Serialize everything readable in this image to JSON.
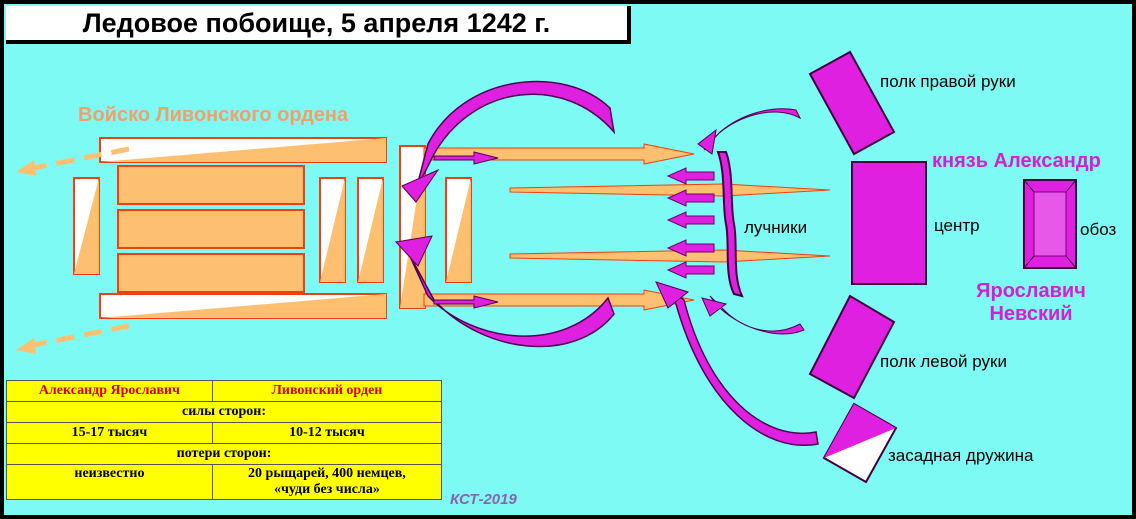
{
  "title": "Ледовое побоище, 5 апреля 1242 г.",
  "labels": {
    "order_army": "Войско Ливонского ордена",
    "right_regiment": "полк правой руки",
    "center": "центр",
    "archers": "лучники",
    "left_regiment": "полк левой руки",
    "ambush": "засадная дружина",
    "convoy": "обоз",
    "prince": "князь Александр",
    "yaroslavich_line1": "Ярославич",
    "yaroslavich_line2": "Невский",
    "signature": "КСТ-2019"
  },
  "table": {
    "col1_header": "Александр Ярославич",
    "col2_header": "Ливонский орден",
    "forces_header": "силы сторон:",
    "forces_left": "15-17 тысяч",
    "forces_right": "10-12 тысяч",
    "losses_header": "потери сторон:",
    "losses_left": "неизвестно",
    "losses_right_line1": "20 рыщарей, 400 немцев,",
    "losses_right_line2": "«чуди без числа»"
  },
  "colors": {
    "water": "#7EFAF5",
    "order": "#FCC070",
    "order_border": "#F04010",
    "russian": "#E020E0",
    "table_bg": "#FFFF00",
    "header_red": "#D80000"
  }
}
